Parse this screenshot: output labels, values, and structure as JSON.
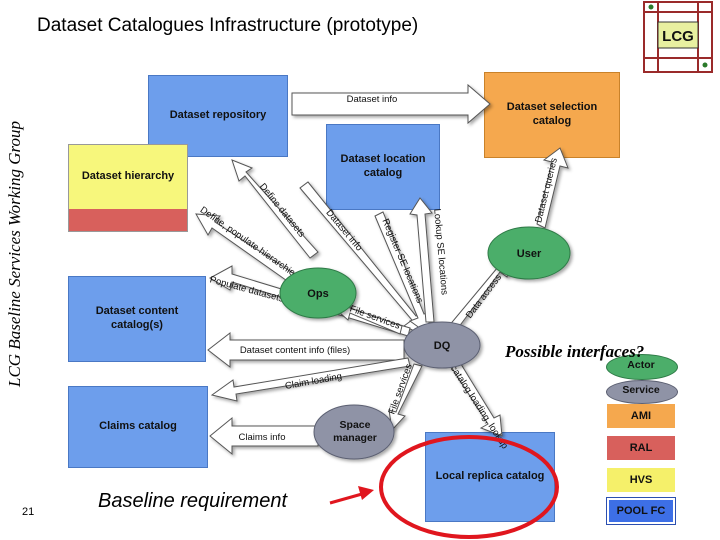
{
  "slide": {
    "title": "Dataset Catalogues Infrastructure (prototype)",
    "side_label": "LCG Baseline Services Working Group",
    "page_number": "21",
    "logo_text": "LCG"
  },
  "boxes": {
    "dataset_repository": "Dataset repository",
    "dataset_selection_catalog": "Dataset selection catalog",
    "dataset_location_catalog": "Dataset location catalog",
    "dataset_hierarchy": "Dataset hierarchy",
    "dataset_content_catalogs": "Dataset content catalog(s)",
    "claims_catalog": "Claims catalog",
    "local_replica_catalog": "Local replica catalog"
  },
  "nodes": {
    "user": "User",
    "ops": "Ops",
    "dq": "DQ",
    "space_manager": "Space manager"
  },
  "arrows": {
    "dataset_info_top": "Dataset info",
    "dataset_queries": "Dataset queries",
    "define_datasets": "Define datasets",
    "define_populate_hierarchies": "Define, populate hierarchies",
    "dataset_info_diag": "Dataset info",
    "register_se_locations": "Register SE locations",
    "lookup_se_locations": "Lookup SE locations",
    "data_access": "Data access",
    "populate_datasets": "Populate datasets",
    "file_services_upper": "File services",
    "dataset_content_info": "Dataset content info (files)",
    "claim_loading": "Claim loading",
    "file_services_lower": "File services",
    "local_catalog_loading_lookup": "Local catalog loading, lookup",
    "claims_info": "Claims info"
  },
  "legend": {
    "heading": "Possible interfaces?",
    "actor": "Actor",
    "service": "Service",
    "ami": "AMI",
    "ral": "RAL",
    "hvs": "HVS",
    "pool_fc": "POOL FC"
  },
  "annotation": {
    "baseline_requirement": "Baseline requirement"
  },
  "colors": {
    "catalog_blue": "#6d9eec",
    "catalog_orange": "#f5a84e",
    "hierarchy_yellow": "#f7f77c",
    "hierarchy_red": "#d8605c",
    "service_green": "#4cae6a",
    "dq_gray": "#8f93a6",
    "highlight_red": "#e0161e",
    "ami_orange": "#f5a84e",
    "ral_red": "#d8605c",
    "hvs_yellow": "#f5f06a",
    "pool_blue": "#3d6fe6"
  }
}
